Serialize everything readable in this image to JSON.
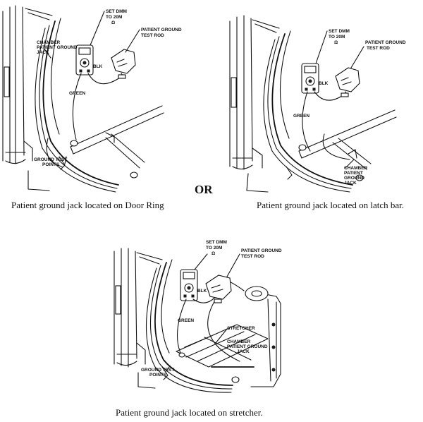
{
  "panels": [
    {
      "id": "door-ring",
      "labels": {
        "set_dmm_1": "SET DMM",
        "set_dmm_2": "TO 20M",
        "set_dmm_3": "Ω",
        "ground_rod_1": "PATIENT GROUND",
        "ground_rod_2": "TEST ROD",
        "jack_1": "CHAMBER",
        "jack_2": "PATIENT GROUND",
        "jack_3": "JACK",
        "blk": "BLK",
        "green": "GREEN",
        "points_1": "GROUND TEST",
        "points_2": "POINTS"
      },
      "caption": "Patient ground jack located on Door Ring"
    },
    {
      "id": "latch-bar",
      "labels": {
        "set_dmm_1": "SET DMM",
        "set_dmm_2": "TO 20M",
        "set_dmm_3": "Ω",
        "ground_rod_1": "PATIENT GROUND",
        "ground_rod_2": "TEST ROD",
        "jack_1": "CHAMBER",
        "jack_2": "PATIENT",
        "jack_3": "GROUND",
        "jack_4": "JACK",
        "blk": "BLK",
        "green": "GREEN"
      },
      "caption": "Patient ground jack located on latch bar."
    },
    {
      "id": "stretcher",
      "labels": {
        "set_dmm_1": "SET DMM",
        "set_dmm_2": "TO 20M",
        "set_dmm_3": "Ω",
        "ground_rod_1": "PATIENT GROUND",
        "ground_rod_2": "TEST ROD",
        "jack_1": "CHAMBER",
        "jack_2": "PATIENT GROUND",
        "jack_3": "JACK",
        "blk": "BLK",
        "green": "GREEN",
        "stretcher": "STRETCHER",
        "points_1": "GROUND TEST",
        "points_2": "POINTS"
      },
      "caption": "Patient ground jack located on stretcher."
    }
  ],
  "separator": "OR"
}
